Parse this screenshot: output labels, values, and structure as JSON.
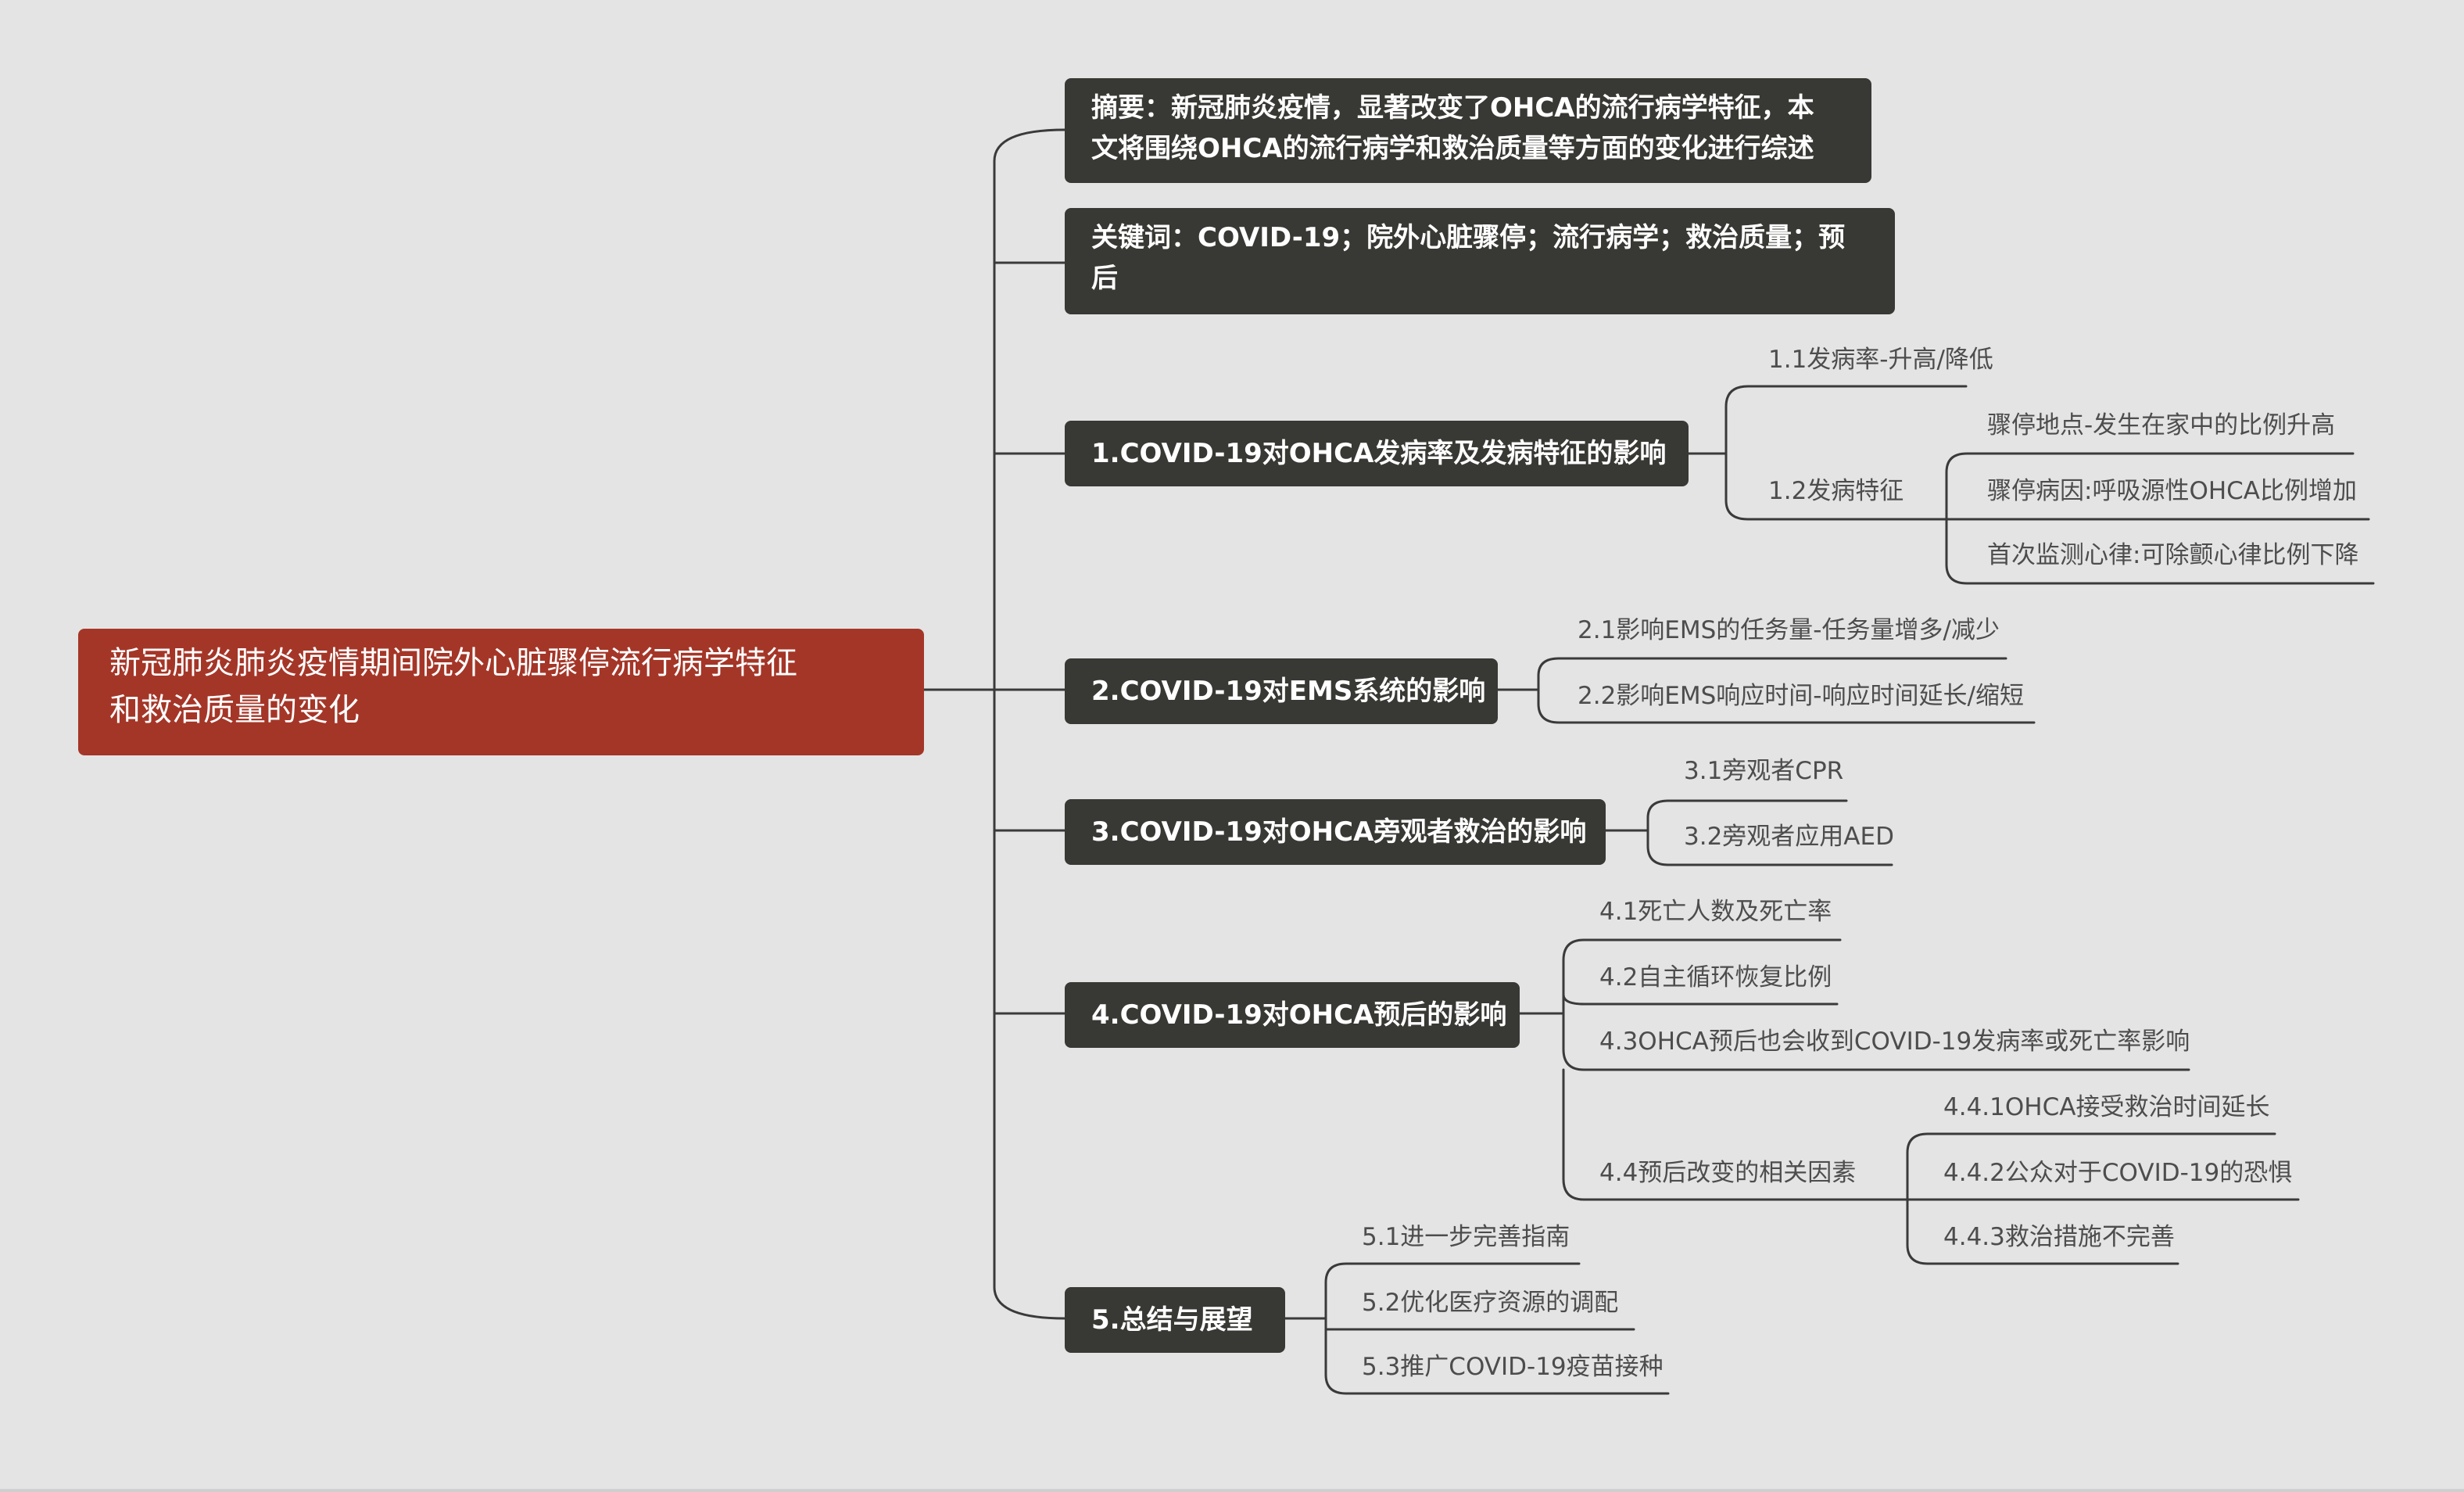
{
  "root": {
    "title_line1": "新冠肺炎肺炎疫情期间院外心脏骤停流行病学特征",
    "title_line2": "和救治质量的变化"
  },
  "main": {
    "abstract": {
      "line1": "摘要：新冠肺炎疫情，显著改变了OHCA的流行病学特征，本",
      "line2": "文将围绕OHCA的流行病学和救治质量等方面的变化进行综述"
    },
    "keywords": {
      "line1": "关键词：COVID-19；院外心脏骤停；流行病学；救治质量；预",
      "line2": "后"
    },
    "topic1": "1.COVID-19对OHCA发病率及发病特征的影响",
    "topic2": "2.COVID-19对EMS系统的影响",
    "topic3": "3.COVID-19对OHCA旁观者救治的影响",
    "topic4": "4.COVID-19对OHCA预后的影响",
    "topic5": "5.总结与展望"
  },
  "sub": {
    "t1_1": "1.1发病率-升高/降低",
    "t1_2": "1.2发病特征",
    "t1_2_1": "骤停地点-发生在家中的比例升高",
    "t1_2_2": "骤停病因:呼吸源性OHCA比例增加",
    "t1_2_3": "首次监测心律:可除颤心律比例下降",
    "t2_1": "2.1影响EMS的任务量-任务量增多/减少",
    "t2_2": "2.2影响EMS响应时间-响应时间延长/缩短",
    "t3_1": "3.1旁观者CPR",
    "t3_2": "3.2旁观者应用AED",
    "t4_1": "4.1死亡人数及死亡率",
    "t4_2": "4.2自主循环恢复比例",
    "t4_3": "4.3OHCA预后也会收到COVID-19发病率或死亡率影响",
    "t4_4": "4.4预后改变的相关因素",
    "t4_4_1": "4.4.1OHCA接受救治时间延长",
    "t4_4_2": "4.4.2公众对于COVID-19的恐惧",
    "t4_4_3": "4.4.3救治措施不完善",
    "t5_1": "5.1进一步完善指南",
    "t5_2": "5.2优化医疗资源的调配",
    "t5_3": "5.3推广COVID-19疫苗接种"
  },
  "colors": {
    "background": "#e4e4e4",
    "root": "#a43628",
    "main_node": "#383834",
    "line": "#3a3a3a",
    "leaf_text": "#4d4d4d"
  }
}
